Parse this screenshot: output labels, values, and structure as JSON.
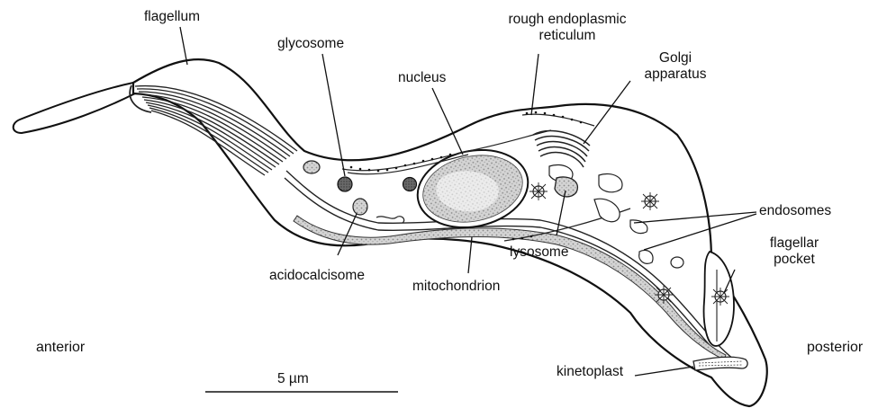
{
  "labels": {
    "flagellum": "flagellum",
    "glycosome": "glycosome",
    "nucleus": "nucleus",
    "rough_er_line1": "rough endoplasmic",
    "rough_er_line2": "reticulum",
    "golgi_line1": "Golgi",
    "golgi_line2": "apparatus",
    "endosomes": "endosomes",
    "flagellar_pocket_line1": "flagellar",
    "flagellar_pocket_line2": "pocket",
    "lysosome": "lysosome",
    "acidocalcisome": "acidocalcisome",
    "mitochondrion": "mitochondrion",
    "kinetoplast": "kinetoplast",
    "anterior": "anterior",
    "posterior": "posterior"
  },
  "scale_bar": {
    "label": "5 µm",
    "length_um": 5
  }
}
